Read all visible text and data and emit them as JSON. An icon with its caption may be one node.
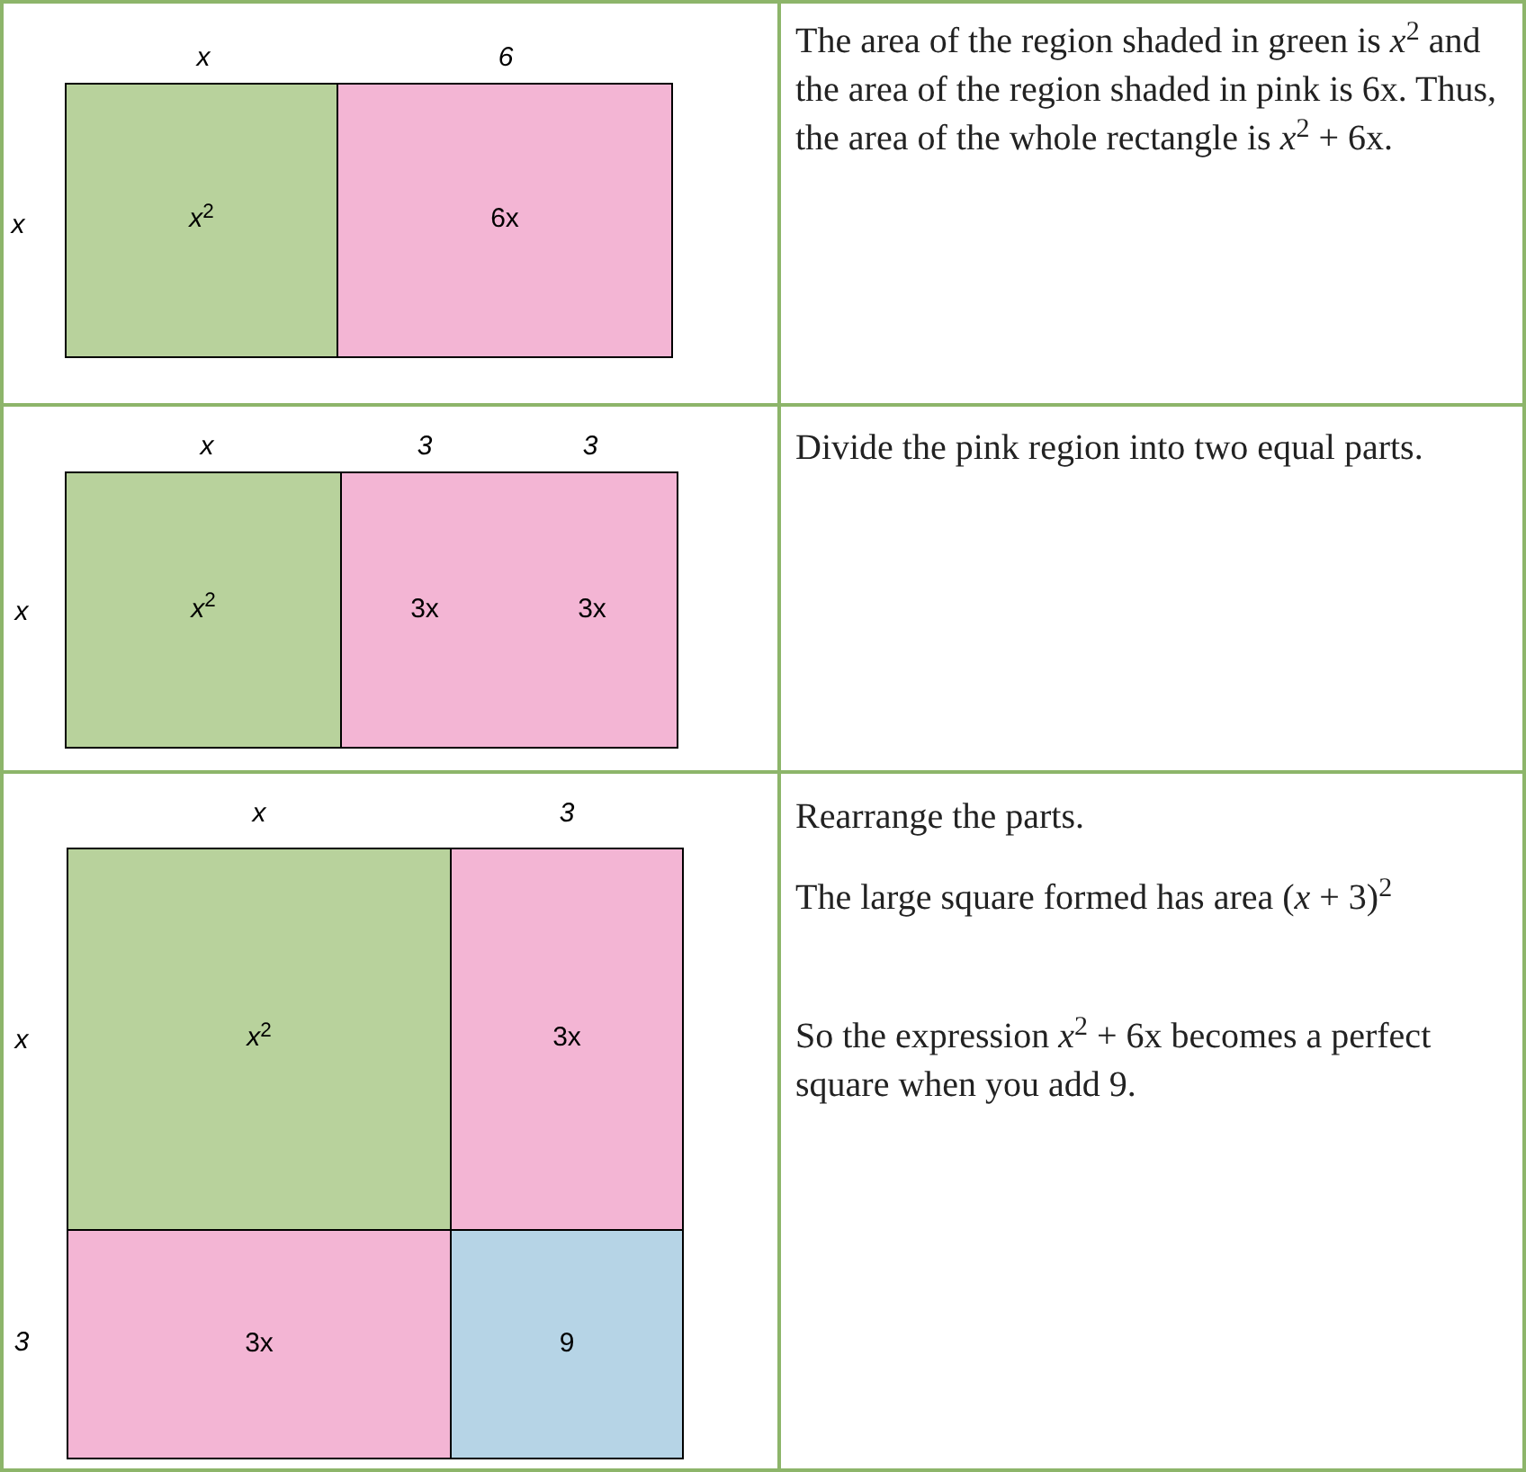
{
  "diagram": {
    "nodes": [
      {
        "text": [
          "*x*$^{2}$"
        ]
      },
      {
        "text": [
          "6x"
        ]
      },
      {
        "text": [
          "*x*$^{2}$"
        ]
      },
      {
        "text": [
          "3x"
        ]
      },
      {
        "text": [
          "3x"
        ]
      },
      {
        "text": [
          "*x*$^{2}$"
        ]
      },
      {
        "text": [
          "3x"
        ]
      },
      {
        "text": [
          "3x"
        ]
      },
      {
        "text": [
          "9"
        ]
      }
    ],
    "labels": [
      "x",
      "6",
      "x",
      "The area of the region shaded in green is *x*$^{2}$ and the area of the region shaded in pink is 6x. Thus, the area of the whole rectangle is *x*$^{2}$ + 6x.",
      "x",
      "3",
      "3",
      "x",
      "Divide the pink region into two equal parts.",
      "x",
      "3",
      "x",
      "3",
      "Rearrange the parts.",
      "The large square formed has area (*x* + 3)$^{2}$",
      "So the expression *x*$^{2}$ + 6x becomes a perfect square when you add 9."
    ]
  }
}
